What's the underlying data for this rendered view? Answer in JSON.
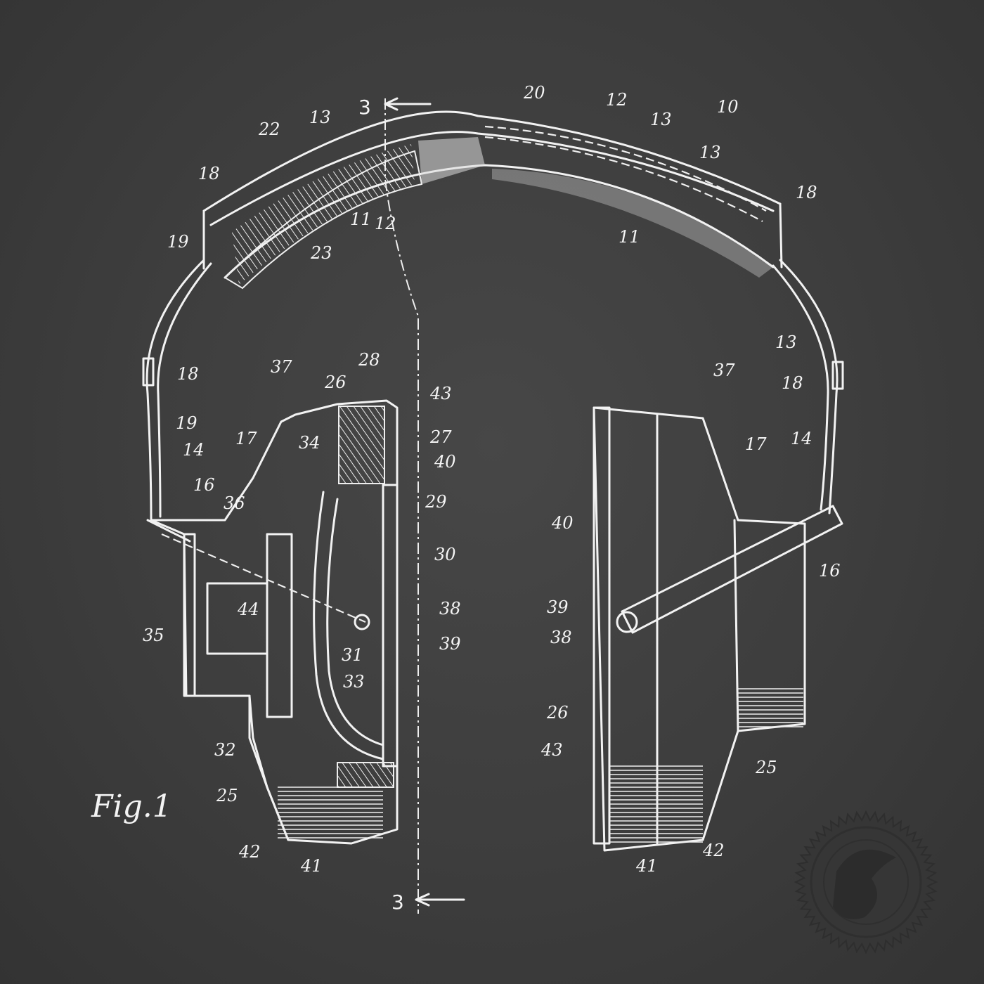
{
  "figure_label": "Fig.1",
  "section_marker_top": "3",
  "section_marker_bottom": "3",
  "reference_numerals": [
    "20",
    "12",
    "13",
    "10",
    "22",
    "13",
    "18",
    "19",
    "11",
    "12",
    "23",
    "13",
    "18",
    "11",
    "13",
    "18",
    "14",
    "17",
    "16",
    "25",
    "42",
    "41",
    "37",
    "40",
    "39",
    "38",
    "26",
    "43",
    "18",
    "19",
    "14",
    "17",
    "16",
    "36",
    "37",
    "26",
    "28",
    "43",
    "27",
    "34",
    "40",
    "29",
    "30",
    "38",
    "39",
    "44",
    "35",
    "31",
    "33",
    "32",
    "25",
    "42",
    "41"
  ],
  "colors": {
    "background": "#3d3d3d",
    "ink": "#f2f2f2",
    "seal": "#333333"
  }
}
